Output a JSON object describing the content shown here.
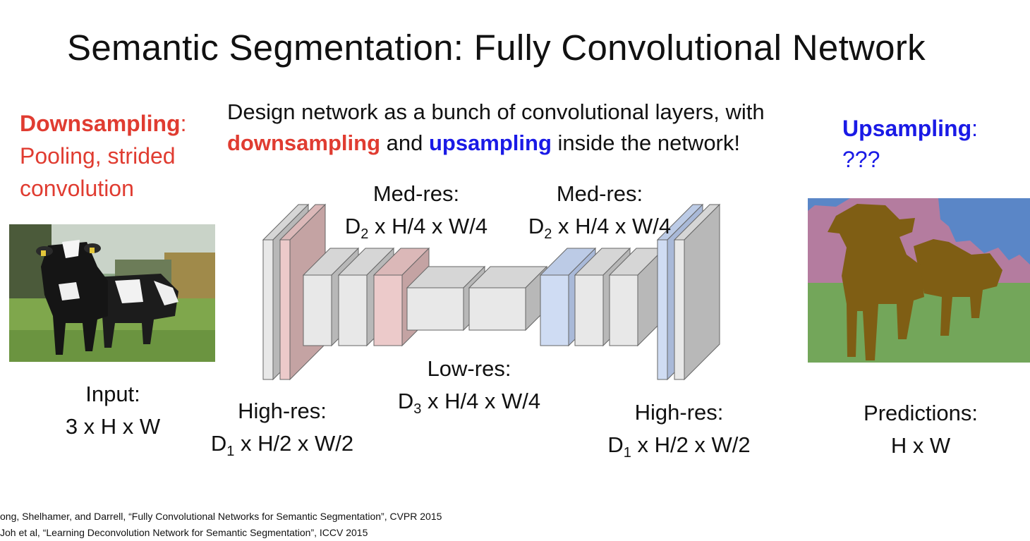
{
  "title": "Semantic Segmentation: Fully Convolutional Network",
  "downsampling_note": {
    "heading": "Downsampling",
    "colon": ":",
    "line1": "Pooling, strided",
    "line2": "convolution",
    "color": "#e03c31"
  },
  "upsampling_note": {
    "heading": "Upsampling",
    "colon": ":",
    "line1": "???",
    "color": "#1a1ae6"
  },
  "design_text": {
    "line1": "Design network as a bunch of convolutional layers, with",
    "down_word": "downsampling",
    "and_word": " and ",
    "up_word": "upsampling",
    "tail": " inside the network!"
  },
  "input_label": {
    "line1": "Input:",
    "line2": "3 x H x W"
  },
  "predictions_label": {
    "line1": "Predictions:",
    "line2": "H x W"
  },
  "layer_labels": {
    "high_res_left": {
      "line1": "High-res:",
      "d": "D",
      "sub": "1",
      "dims": " x H/2 x W/2"
    },
    "med_res_left": {
      "line1": "Med-res:",
      "d": "D",
      "sub": "2",
      "dims": " x H/4 x W/4"
    },
    "low_res": {
      "line1": "Low-res:",
      "d": "D",
      "sub": "3",
      "dims": " x H/4 x W/4"
    },
    "med_res_right": {
      "line1": "Med-res:",
      "d": "D",
      "sub": "2",
      "dims": " x H/4 x W/4"
    },
    "high_res_right": {
      "line1": "High-res:",
      "d": "D",
      "sub": "1",
      "dims": " x H/2 x W/2"
    }
  },
  "colors": {
    "gray_face": "#e8e8e8",
    "gray_side": "#b8b8b8",
    "red_face": "#eccaca",
    "red_side": "#c4a3a3",
    "blue_face": "#cfdcf3",
    "blue_side": "#a9b9d8",
    "seg_cow": "#7f5e14",
    "seg_sky": "#5a86c7",
    "seg_trees": "#b47c9f",
    "seg_grass": "#73a65a"
  },
  "references": [
    "ong, Shelhamer, and Darrell, “Fully Convolutional Networks for Semantic Segmentation”, CVPR 2015",
    "Joh et al, “Learning Deconvolution Network for Semantic Segmentation”, ICCV 2015"
  ]
}
